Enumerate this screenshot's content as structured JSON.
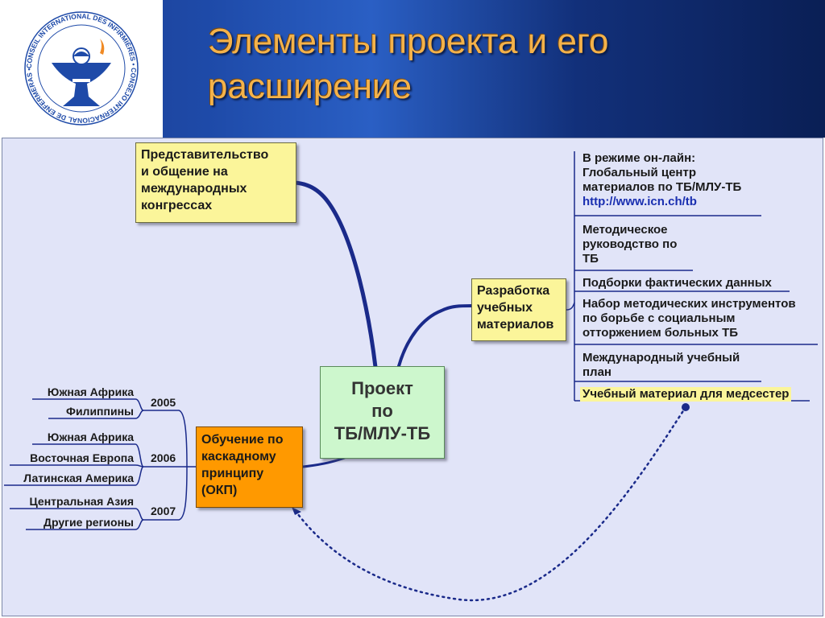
{
  "header": {
    "title_line1": "Элементы проекта и его",
    "title_line2": "расширение",
    "logo": {
      "ring_text": "CONSEIL INTERNATIONAL DES INFIRMIÈRES • CONSEJO INTERNACIONAL DE ENFERMERAS • INTERNATIONAL COUNCIL OF NURSES •",
      "icon": "icn-lamp-emblem-icon"
    }
  },
  "colors": {
    "title": "#f4b24a",
    "header_blue": "#1e4aa8",
    "content_bg": "#e1e4f8",
    "yellow_node": "#fbf59a",
    "green_node": "#cdf7cd",
    "orange_node": "#ff9900",
    "connector": "#1a2a8a"
  },
  "center": {
    "lines": [
      "Проект",
      "по",
      "ТБ/МЛУ-ТБ"
    ]
  },
  "representation": {
    "lines": [
      "Представительство",
      "и общение на",
      "международных",
      "конгрессах"
    ]
  },
  "materials": {
    "lines": [
      "Разработка",
      "учебных",
      "материалов"
    ],
    "branches": [
      {
        "lines": [
          "В режиме он-лайн:",
          "Глобальный центр",
          "материалов по ТБ/МЛУ-ТБ"
        ],
        "link": "http://www.icn.ch/tb"
      },
      {
        "lines": [
          "Методическое",
          "руководство по",
          "ТБ"
        ]
      },
      {
        "lines": [
          "Подборки фактических данных"
        ]
      },
      {
        "lines": [
          "Набор методических инструментов",
          "по борьбе с социальным",
          "отторжением больных ТБ"
        ]
      },
      {
        "lines": [
          "Международный учебный",
          "план"
        ]
      },
      {
        "lines": [
          "Учебный материал для медсестер"
        ]
      }
    ]
  },
  "training": {
    "lines": [
      "Обучение по",
      "каскадному",
      "принципу",
      "(ОКП)"
    ],
    "years": [
      {
        "year": "2005",
        "regions": [
          "Южная Африка",
          "Филиппины"
        ]
      },
      {
        "year": "2006",
        "regions": [
          "Южная Африка",
          "Восточная Европа",
          "Латинская Америка"
        ]
      },
      {
        "year": "2007",
        "regions": [
          "Центральная Азия",
          "Другие регионы"
        ]
      }
    ]
  }
}
